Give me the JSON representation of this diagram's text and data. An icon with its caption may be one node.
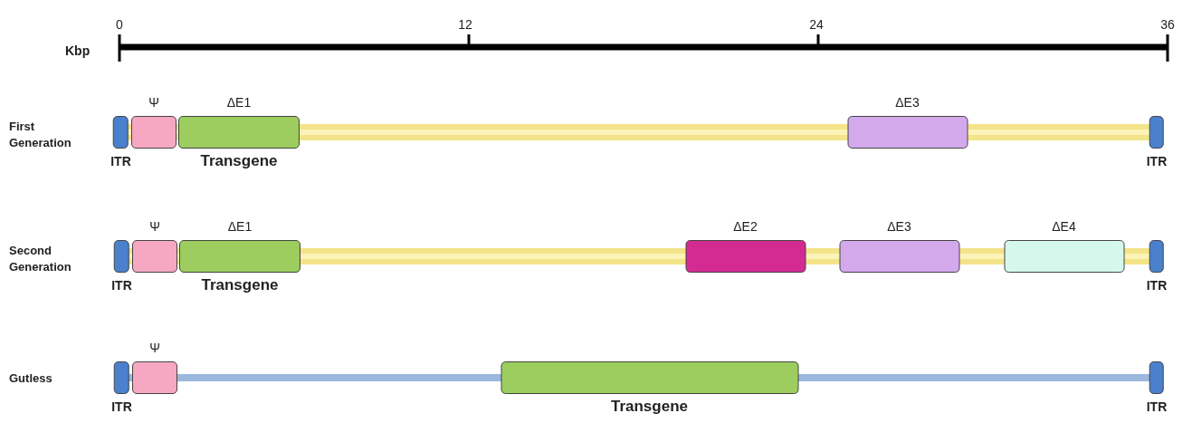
{
  "diagram": {
    "nodes": [
      {
        "text": [
          "ITR"
        ]
      },
      {
        "text": [
          "Ψ"
        ]
      },
      {
        "text": [
          "ΔE1",
          "Transgene"
        ]
      },
      {
        "text": [
          "ΔE3"
        ]
      },
      {
        "text": [
          "ITR"
        ]
      },
      {
        "text": [
          "ITR"
        ]
      },
      {
        "text": [
          "Ψ"
        ]
      },
      {
        "text": [
          "ΔE1",
          "Transgene"
        ]
      },
      {
        "text": [
          "ΔE2"
        ]
      },
      {
        "text": [
          "ΔE3"
        ]
      },
      {
        "text": [
          "ΔE4"
        ]
      },
      {
        "text": [
          "ITR"
        ]
      },
      {
        "text": [
          "ITR"
        ]
      },
      {
        "text": [
          "Ψ"
        ]
      },
      {
        "text": [
          "Transgene"
        ]
      },
      {
        "text": [
          "ITR"
        ]
      }
    ],
    "labels": [
      "Kbp",
      "0",
      "12",
      "24",
      "36",
      "First Generation",
      "Second Generation",
      "Gutless"
    ]
  }
}
